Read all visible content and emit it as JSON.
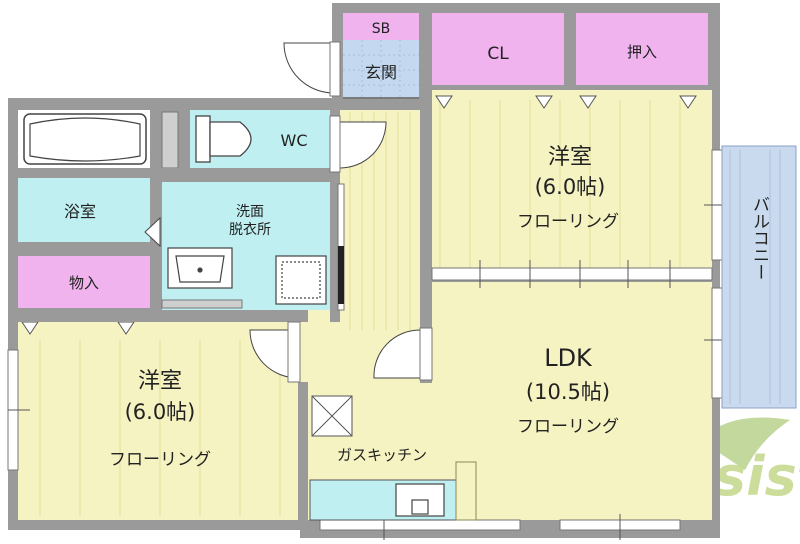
{
  "colors": {
    "wall": "#9a9a9a",
    "wall_edge": "#7a7a7a",
    "floor_wood": "#f6f3c2",
    "floor_line": "#e2de9a",
    "storage": "#f0b3ee",
    "wet": "#bfeff1",
    "entrance": "#c4d8ef",
    "balcony": "#c9d9ee",
    "white": "#ffffff",
    "text": "#222222",
    "logo_green": "#c4d88a",
    "logo_green_dark": "#8fb84d"
  },
  "rooms": {
    "sb": "SB",
    "genkan": "玄関",
    "cl": "CL",
    "oshiire": "押入",
    "wc": "WC",
    "yokushitsu": "浴室",
    "senmen_line1": "洗面",
    "senmen_line2": "脱衣所",
    "monoire": "物入",
    "yoshitsu_east": {
      "name": "洋室",
      "size": "(6.0帖)",
      "floor": "フローリング"
    },
    "yoshitsu_west": {
      "name": "洋室",
      "size": "(6.0帖)",
      "floor": "フローリング"
    },
    "ldk": {
      "name": "LDK",
      "size": "(10.5帖)",
      "floor": "フローリング"
    },
    "kitchen": "ガスキッチン",
    "balcony": "バルコニー"
  },
  "logo": {
    "text": "Assist"
  },
  "icons": {
    "bathtub": "bathtub-icon",
    "toilet": "toilet-icon",
    "washbasin": "washbasin-icon",
    "washing_machine": "washing-machine-icon",
    "sink": "kitchen-sink-icon",
    "ventilation": "ventilation-fan-icon",
    "door": "door-swing-icon",
    "window": "window-icon",
    "logo": "assist-logo-icon"
  }
}
